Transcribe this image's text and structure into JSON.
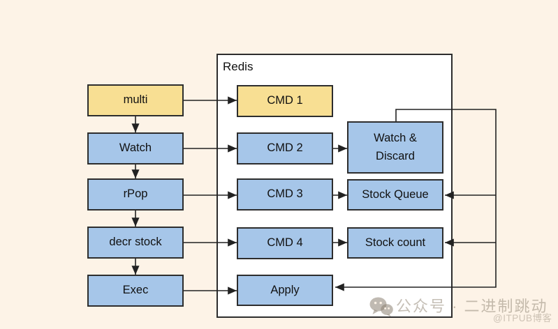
{
  "colors": {
    "background": "#FDF3E7",
    "yellow_box": "#F8DF93",
    "blue_box": "#A6C6E9",
    "box_border": "#2D2D2D",
    "container_fill": "#FFFFFF",
    "line": "#222222",
    "text": "#111111"
  },
  "container": {
    "label": "Redis"
  },
  "nodes": {
    "multi": "multi",
    "watch": "Watch",
    "rpop": "rPop",
    "decr_stock": "decr stock",
    "exec": "Exec",
    "cmd1": "CMD 1",
    "cmd2": "CMD 2",
    "cmd3": "CMD 3",
    "cmd4": "CMD 4",
    "apply": "Apply",
    "watch_discard": "Watch &\nDiscard",
    "stock_queue": "Stock Queue",
    "stock_count": "Stock count"
  },
  "watermark": {
    "icon": "wechat-icon",
    "text": "公众号 · 二进制跳动",
    "subtext": "@ITPUB博客"
  }
}
